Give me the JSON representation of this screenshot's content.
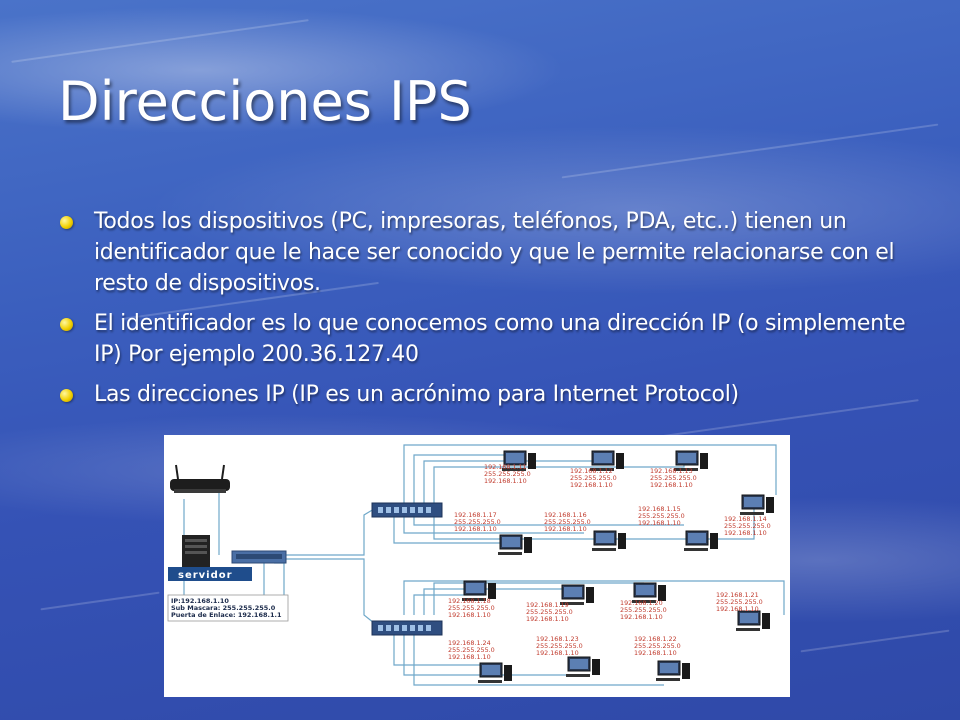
{
  "slide": {
    "title": "Direcciones IPS",
    "bullets": [
      "Todos los dispositivos (PC, impresoras, teléfonos, PDA, etc..) tienen un identificador que le hace ser conocido y que le permite relacionarse con el resto de dispositivos.",
      "El identificador es lo que conocemos como una dirección IP (o simplemente IP) Por ejemplo 200.36.127.40",
      "Las direcciones IP (IP es un acrónimo para Internet Protocol)"
    ],
    "bullet_color": "#f2d100"
  },
  "diagram": {
    "server": {
      "label": "servidor",
      "info": [
        "IP:192.168.1.10",
        "Sub Mascara: 255.255.255.0",
        "Puerta de Enlace: 192.168.1.1"
      ]
    },
    "pcs": [
      {
        "ip": "192.168.1.11",
        "mask": "255.255.255.0",
        "gw": "192.168.1.10"
      },
      {
        "ip": "192.168.1.12",
        "mask": "255.255.255.0",
        "gw": "192.168.1.10"
      },
      {
        "ip": "192.168.1.13",
        "mask": "255.255.255.0",
        "gw": "192.168.1.10"
      },
      {
        "ip": "192.168.1.17",
        "mask": "255.255.255.0",
        "gw": "192.168.1.10"
      },
      {
        "ip": "192.168.1.16",
        "mask": "255.255.255.0",
        "gw": "192.168.1.10"
      },
      {
        "ip": "192.168.1.15",
        "mask": "255.255.255.0",
        "gw": "192.168.1.10"
      },
      {
        "ip": "192.168.1.14",
        "mask": "255.255.255.0",
        "gw": "192.168.1.10"
      },
      {
        "ip": "192.168.1.18",
        "mask": "255.255.255.0",
        "gw": "192.168.1.10"
      },
      {
        "ip": "192.168.1.19",
        "mask": "255.255.255.0",
        "gw": "192.168.1.10"
      },
      {
        "ip": "192.168.1.20",
        "mask": "255.255.255.0",
        "gw": "192.168.1.10"
      },
      {
        "ip": "192.168.1.21",
        "mask": "255.255.255.0",
        "gw": "192.168.1.10"
      },
      {
        "ip": "192.168.1.24",
        "mask": "255.255.255.0",
        "gw": "192.168.1.10"
      },
      {
        "ip": "192.168.1.23",
        "mask": "255.255.255.0",
        "gw": "192.168.1.10"
      },
      {
        "ip": "192.168.1.22",
        "mask": "255.255.255.0",
        "gw": "192.168.1.10"
      }
    ]
  }
}
